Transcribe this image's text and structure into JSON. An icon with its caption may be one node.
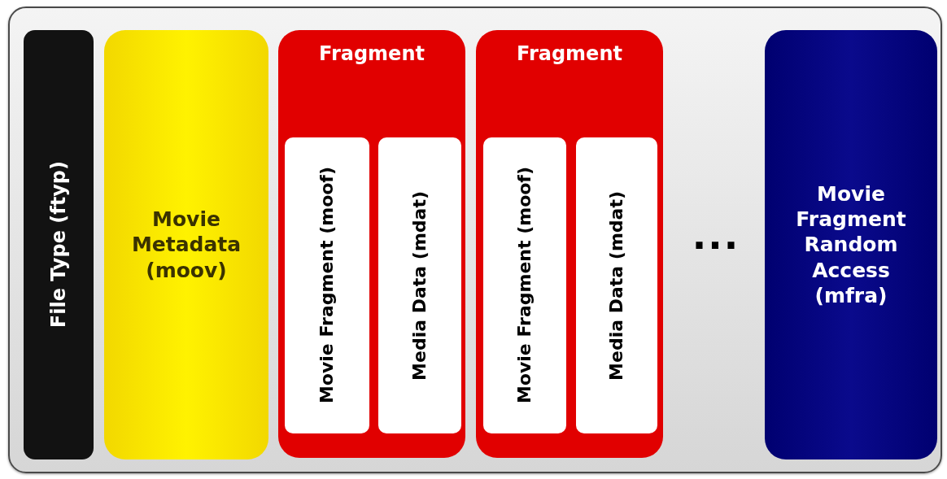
{
  "diagram": {
    "nodes": [
      {
        "text": [],
        "shape": "box"
      },
      {
        "text": [
          "File Type (ftyp)"
        ],
        "in": 0
      },
      {
        "text": [
          "Movie Metadata (moov)"
        ],
        "in": 0
      },
      {
        "text": [
          "Fragment"
        ],
        "in": 0
      },
      {
        "text": [
          "Movie Fragment (moof)"
        ],
        "in": 3
      },
      {
        "text": [
          "Media Data (mdat)"
        ],
        "in": 3
      },
      {
        "text": [
          "Fragment"
        ],
        "in": 0
      },
      {
        "text": [
          "Movie Fragment (moof)"
        ],
        "in": 6
      },
      {
        "text": [
          "Media Data (mdat)"
        ],
        "in": 6
      },
      {
        "text": [
          "Movie Fragment Random Access (mfra)"
        ],
        "in": 0
      }
    ],
    "edges": [],
    "labels": [
      "..."
    ]
  }
}
